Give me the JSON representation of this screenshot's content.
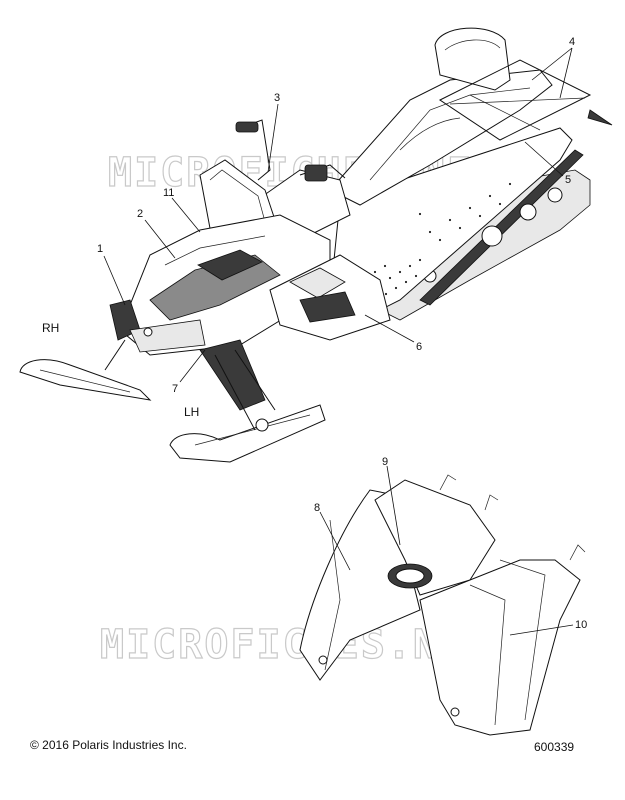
{
  "watermark": "MICROFICHES.NET",
  "callouts": [
    "1",
    "2",
    "3",
    "4",
    "5",
    "6",
    "7",
    "8",
    "9",
    "10",
    "11"
  ],
  "side_labels": {
    "rh": "RH",
    "lh": "LH"
  },
  "footer": {
    "copyright": "© 2016 Polaris Industries Inc.",
    "part_number": "600339"
  }
}
